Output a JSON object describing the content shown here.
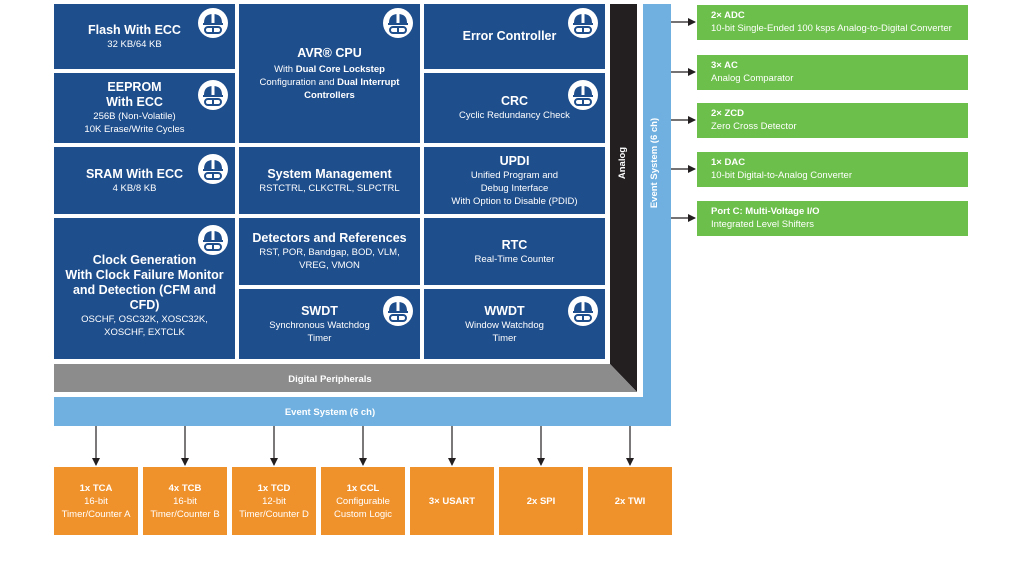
{
  "blocks": {
    "flash": {
      "title": "Flash With ECC",
      "sub": "32 KB/64 KB"
    },
    "cpu": {
      "title": "AVR® CPU",
      "sub_pre": "With ",
      "sub_b1": "Dual Core Lockstep",
      "sub_mid": " Configuration and ",
      "sub_b2": "Dual Interrupt Controllers"
    },
    "error_ctrl": {
      "title": "Error Controller"
    },
    "eeprom": {
      "title1": "EEPROM",
      "title2": "With ECC",
      "sub1": "256B (Non-Volatile)",
      "sub2": "10K Erase/Write Cycles"
    },
    "crc": {
      "title": "CRC",
      "sub": "Cyclic Redundancy Check"
    },
    "sram": {
      "title": "SRAM With ECC",
      "sub": "4 KB/8 KB"
    },
    "sysmgmt": {
      "title": "System Management",
      "sub": "RSTCTRL, CLKCTRL, SLPCTRL"
    },
    "updi": {
      "title": "UPDI",
      "sub1": "Unified Program and",
      "sub2": "Debug Interface",
      "sub3": "With Option to Disable (PDID)"
    },
    "clock": {
      "title1": "Clock Generation",
      "title2": "With Clock Failure Monitor",
      "title3": "and Detection (CFM and CFD)",
      "sub1": "OSCHF, OSC32K, XOSC32K,",
      "sub2": "XOSCHF, EXTCLK"
    },
    "detectors": {
      "title": "Detectors and References",
      "sub1": "RST, POR, Bandgap, BOD, VLM,",
      "sub2": "VREG, VMON"
    },
    "rtc": {
      "title": "RTC",
      "sub": "Real-Time Counter"
    },
    "swdt": {
      "title": "SWDT",
      "sub1": "Synchronous Watchdog",
      "sub2": "Timer"
    },
    "wwdt": {
      "title": "WWDT",
      "sub1": "Window Watchdog",
      "sub2": "Timer"
    }
  },
  "bars": {
    "analog": "Analog",
    "digital_peripherals": "Digital Peripherals",
    "event_system_h": "Event System (6 ch)",
    "event_system_v": "Event System (6 ch)"
  },
  "digital": [
    {
      "title": "1x TCA",
      "sub1": "16-bit",
      "sub2": "Timer/Counter A"
    },
    {
      "title": "4x TCB",
      "sub1": "16-bit",
      "sub2": "Timer/Counter B"
    },
    {
      "title": "1x TCD",
      "sub1": "12-bit",
      "sub2": "Timer/Counter D"
    },
    {
      "title": "1x CCL",
      "sub1": "Configurable",
      "sub2": "Custom Logic"
    },
    {
      "title": "3× USART",
      "sub1": "",
      "sub2": ""
    },
    {
      "title": "2x SPI",
      "sub1": "",
      "sub2": ""
    },
    {
      "title": "2x TWI",
      "sub1": "",
      "sub2": ""
    }
  ],
  "analog_periph": [
    {
      "title": "2× ADC",
      "sub": "10-bit Single-Ended 100 ksps Analog-to-Digital Converter"
    },
    {
      "title": "3× AC",
      "sub": "Analog Comparator"
    },
    {
      "title": "2× ZCD",
      "sub": "Zero Cross Detector"
    },
    {
      "title": "1× DAC",
      "sub": "10-bit Digital-to-Analog Converter"
    },
    {
      "title": "Port C:  Multi-Voltage I/O",
      "sub": "Integrated Level Shifters"
    }
  ],
  "icons": {
    "safety": "safety-helmet-goggles-icon"
  },
  "colors": {
    "block": "#1f4e8c",
    "event": "#6fb0e0",
    "analog": "#231f20",
    "digital_bar": "#8c8c8c",
    "orange": "#f0922c",
    "green": "#6cbf4a"
  }
}
